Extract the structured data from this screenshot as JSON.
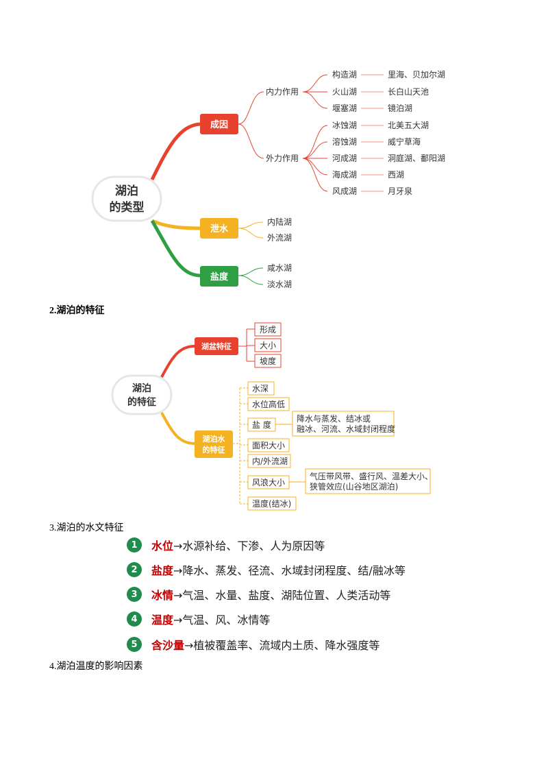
{
  "map1": {
    "center": [
      "湖泊",
      "的类型"
    ],
    "branches": [
      {
        "label": "成因",
        "color": "#e8422f"
      },
      {
        "label": "泄水",
        "color": "#f4b223"
      },
      {
        "label": "盐度",
        "color": "#2ea043"
      }
    ],
    "cause_groups": [
      "内力作用",
      "外力作用"
    ],
    "lake_types": [
      "构造湖",
      "火山湖",
      "堰塞湖",
      "冰蚀湖",
      "溶蚀湖",
      "河成湖",
      "海成湖",
      "风成湖"
    ],
    "examples": [
      "里海、贝加尔湖",
      "长白山天池",
      "镜泊湖",
      "北美五大湖",
      "威宁草海",
      "洞庭湖、鄱阳湖",
      "西湖",
      "月牙泉"
    ],
    "drainage": [
      "内陆湖",
      "外流湖"
    ],
    "salinity": [
      "咸水湖",
      "淡水湖"
    ]
  },
  "heading2": "2.湖泊的特征",
  "map2": {
    "center": [
      "湖泊",
      "的特征"
    ],
    "basin_label": "湖盆特征",
    "water_label": [
      "湖泊水",
      "的特征"
    ],
    "basin_items": [
      "形成",
      "大小",
      "坡度"
    ],
    "water_items": [
      "水深",
      "水位高低",
      "盐 度",
      "面积大小",
      "内/外流湖",
      "风浪大小",
      "温度(结冰)"
    ],
    "salinity_note": [
      "降水与蒸发、结冰或",
      "融冰、河流、水域封闭程度"
    ],
    "wave_note": [
      "气压带风带、盛行风、温差大小、",
      "狭管效应(山谷地区湖泊)"
    ]
  },
  "heading3": "3.湖泊的水文特征",
  "hydro": [
    {
      "num": "1",
      "key": "水位",
      "rest": "→水源补给、下渗、人为原因等"
    },
    {
      "num": "2",
      "key": "盐度",
      "rest": "→降水、蒸发、径流、水域封闭程度、结/融冰等"
    },
    {
      "num": "3",
      "key": "冰情",
      "rest": "→气温、水量、盐度、湖陆位置、人类活动等"
    },
    {
      "num": "4",
      "key": "温度",
      "rest": "→气温、风、冰情等"
    },
    {
      "num": "5",
      "key": "含沙量",
      "rest": "→植被覆盖率、流域内土质、降水强度等"
    }
  ],
  "heading4": "4.湖泊温度的影响因素"
}
